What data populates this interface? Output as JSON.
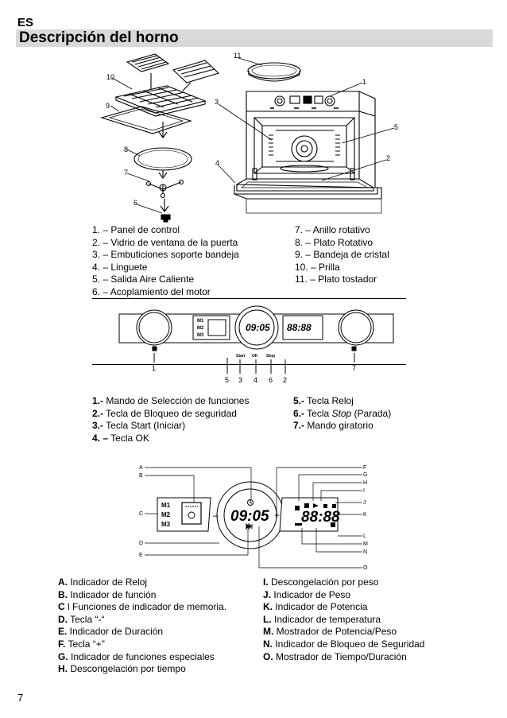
{
  "header": {
    "lang": "ES",
    "title": "Descripción del horno"
  },
  "oven_callouts": [
    "1",
    "2",
    "3",
    "4",
    "5",
    "6",
    "7",
    "8",
    "9",
    "10",
    "11"
  ],
  "parts_list_left": [
    "1. – Panel de control",
    "2. – Vidrio de ventana de la puerta",
    "3. – Embuticiones soporte bandeja",
    "4. – Linguete",
    "5. – Salida Aire Caliente",
    "6. – Acoplamiento del motor"
  ],
  "parts_list_right": [
    "7. – Anillo rotativo",
    "8. – Plato Rotativo",
    "9. – Bandeja de cristal",
    "10. – Prilla",
    "11. – Plato tostador"
  ],
  "panel": {
    "time": "09:05",
    "right_display": "88:88",
    "mem": [
      "M1",
      "M2",
      "M3"
    ],
    "btn_start": "Start",
    "btn_ok": "OK",
    "btn_stop": "Stop",
    "callouts": [
      "1",
      "5",
      "3",
      "4",
      "6",
      "2",
      "7"
    ]
  },
  "controls_left": [
    {
      "num": "1.-",
      "text": "Mando de Selección de funciones"
    },
    {
      "num": "2.-",
      "text": "Tecla de Bloqueo de seguridad"
    },
    {
      "num": "3.-",
      "text": "Tecla Start (Iniciar)"
    },
    {
      "num": "4. –",
      "text": "Tecla OK"
    }
  ],
  "controls_right": [
    {
      "num": "5.-",
      "text": "Tecla Reloj",
      "pre": "",
      "italic": "",
      "post": ""
    },
    {
      "num": "6.-",
      "pre": "Tecla ",
      "italic": "Stop",
      "post": " (Parada)"
    },
    {
      "num": "7.-",
      "text": "Mando giratorio"
    }
  ],
  "display": {
    "time": "09:05",
    "right_display": "88:88",
    "mem": [
      "M1",
      "M2",
      "M3"
    ],
    "left_letters": [
      "A",
      "B",
      "C",
      "D",
      "E"
    ],
    "right_letters": [
      "F",
      "G",
      "H",
      "I",
      "J",
      "K",
      "L",
      "M",
      "N",
      "O"
    ],
    "minus": "–",
    "plus": "+"
  },
  "display_legend_left": [
    {
      "key": "A.",
      "text": " Indicador de Reloj"
    },
    {
      "key": "B.",
      "text": " Indicador de función"
    },
    {
      "key": "C",
      "text": " l Funciones de indicador de memoria."
    },
    {
      "key": "D.",
      "text": " Tecla “-“"
    },
    {
      "key": "E.",
      "text": " Indicador de Duración"
    },
    {
      "key": "F.",
      "text": " Tecla “+”"
    },
    {
      "key": "G.",
      "text": " Indicador de funciones especiales"
    },
    {
      "key": "H.",
      "text": " Descongelación por tiempo"
    }
  ],
  "display_legend_right": [
    {
      "key": "I.",
      "text": " Descongelación por peso"
    },
    {
      "key": "J.",
      "text": " Indicador de Peso"
    },
    {
      "key": "K.",
      "text": " Indicador de Potencia"
    },
    {
      "key": "L.",
      "text": " Indicador de temperatura"
    },
    {
      "key": "M.",
      "text": " Mostrador de Potencia/Peso"
    },
    {
      "key": "N.",
      "text": " Indicador de Bloqueo de Seguridad"
    },
    {
      "key": "O.",
      "text": " Mostrador de Tiempo/Duración"
    }
  ],
  "footer": {
    "page": "7"
  }
}
